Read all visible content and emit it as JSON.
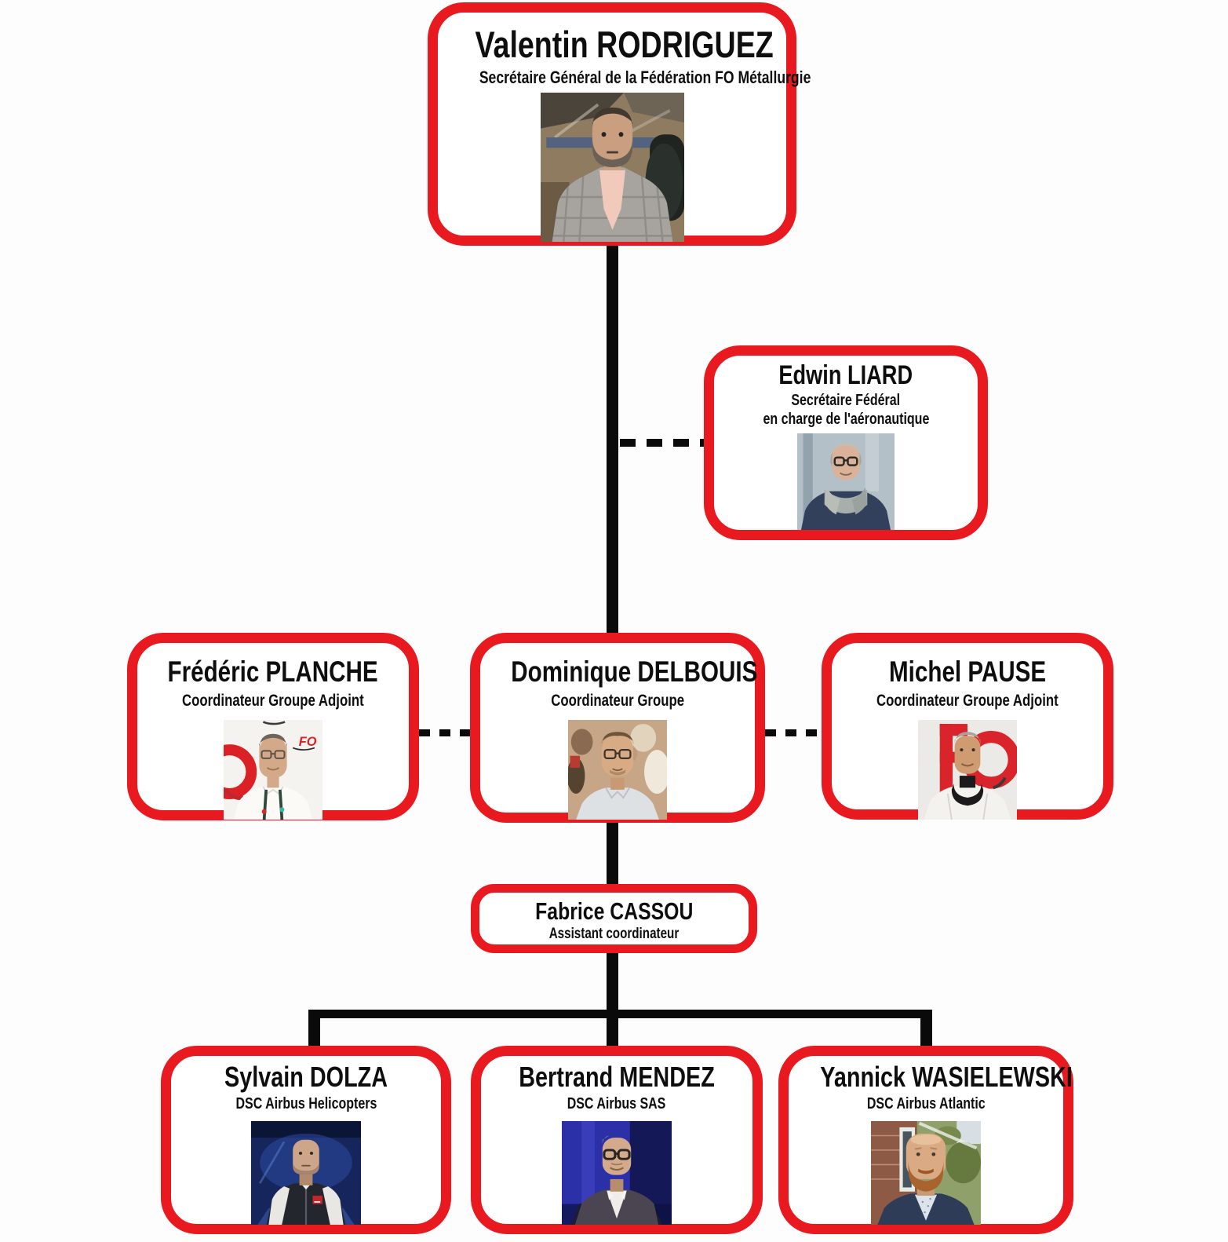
{
  "colors": {
    "box_border": "#e81a20",
    "connector": "#0a0a0a",
    "text": "#0e0e0e",
    "background": "#fdfdfd"
  },
  "people": {
    "rodriguez": {
      "name": "Valentin RODRIGUEZ",
      "title_lines": [
        "Secrétaire Général de la Fédération FO Métallurgie"
      ],
      "photo": "portrait-valentin-rodriguez"
    },
    "liard": {
      "name": "Edwin LIARD",
      "title_lines": [
        "Secrétaire Fédéral",
        "en charge de l'aéronautique"
      ],
      "photo": "portrait-edwin-liard"
    },
    "planche": {
      "name": "Frédéric PLANCHE",
      "title_lines": [
        "Coordinateur Groupe Adjoint"
      ],
      "photo": "portrait-frederic-planche"
    },
    "delbouis": {
      "name": "Dominique DELBOUIS",
      "title_lines": [
        "Coordinateur Groupe"
      ],
      "photo": "portrait-dominique-delbouis"
    },
    "pause": {
      "name": "Michel PAUSE",
      "title_lines": [
        "Coordinateur Groupe Adjoint"
      ],
      "photo": "portrait-michel-pause"
    },
    "cassou": {
      "name": "Fabrice CASSOU",
      "title_lines": [
        "Assistant coordinateur"
      ],
      "photo": null
    },
    "dolza": {
      "name": "Sylvain DOLZA",
      "title_lines": [
        "DSC Airbus Helicopters"
      ],
      "photo": "portrait-sylvain-dolza"
    },
    "mendez": {
      "name": "Bertrand MENDEZ",
      "title_lines": [
        "DSC Airbus SAS"
      ],
      "photo": "portrait-bertrand-mendez"
    },
    "wasielewski": {
      "name": "Yannick WASIELEWSKI",
      "title_lines": [
        "DSC Airbus Atlantic"
      ],
      "photo": "portrait-yannick-wasielewski"
    }
  },
  "edges": [
    {
      "from": "rodriguez",
      "to": "delbouis",
      "style": "solid"
    },
    {
      "from": "rodriguez",
      "to": "liard",
      "style": "dashed"
    },
    {
      "from": "planche",
      "to": "delbouis",
      "style": "dashed"
    },
    {
      "from": "delbouis",
      "to": "pause",
      "style": "dashed"
    },
    {
      "from": "delbouis",
      "to": "cassou",
      "style": "solid"
    },
    {
      "from": "cassou",
      "to": "dolza",
      "style": "solid"
    },
    {
      "from": "cassou",
      "to": "mendez",
      "style": "solid"
    },
    {
      "from": "cassou",
      "to": "wasielewski",
      "style": "solid"
    }
  ]
}
